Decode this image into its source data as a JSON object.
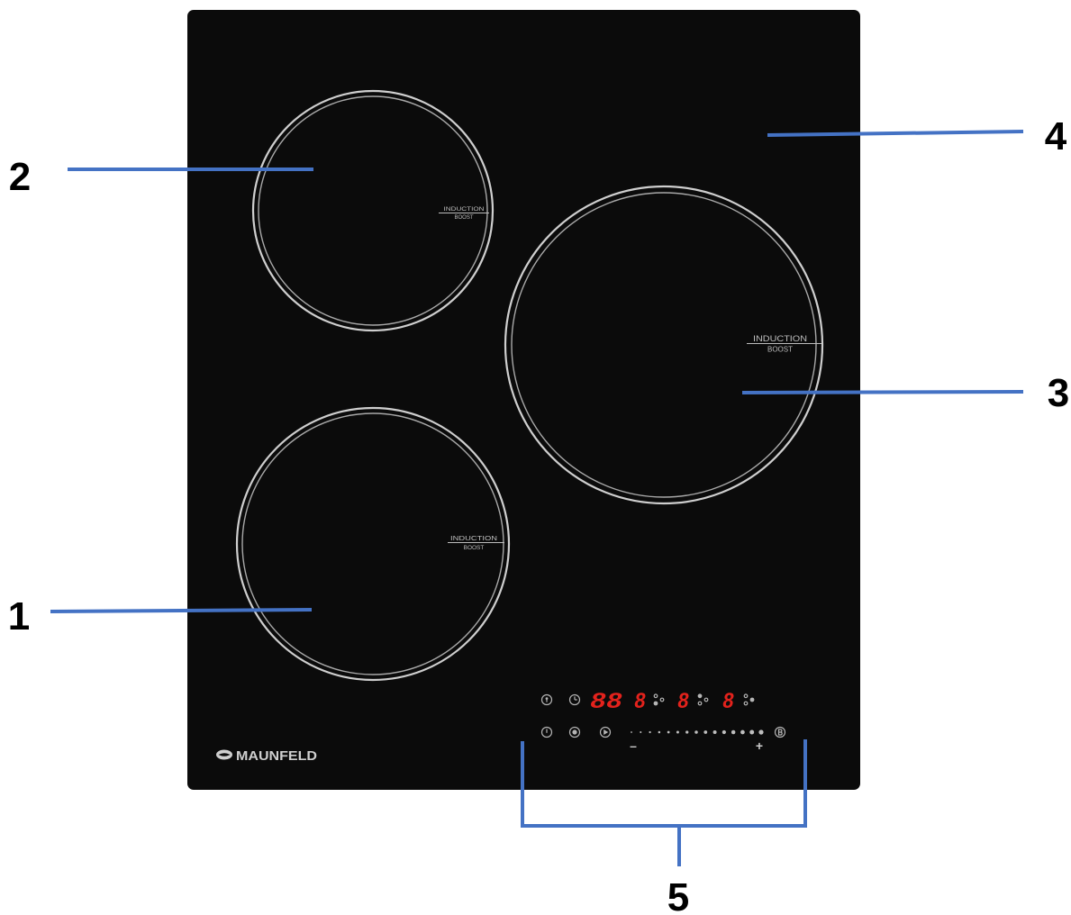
{
  "callouts": {
    "zone_bottom_left": "1",
    "zone_top_left": "2",
    "zone_right": "3",
    "glass_surface": "4",
    "control_panel": "5"
  },
  "burners": {
    "top_left": {
      "label_top": "INDUCTION",
      "label_bottom": "BOOST"
    },
    "right": {
      "label_top": "INDUCTION",
      "label_bottom": "BOOST"
    },
    "bottom_left": {
      "label_top": "INDUCTION",
      "label_bottom": "BOOST"
    }
  },
  "control_panel": {
    "display": {
      "timer": "88",
      "zone_a": "8",
      "zone_b": "8",
      "zone_c": "8"
    },
    "slider": {
      "minus": "–",
      "plus": "+"
    },
    "icons": [
      "lock-icon",
      "timer-icon",
      "power-icon",
      "keep-warm-icon",
      "pause-icon",
      "boost-icon"
    ]
  },
  "brand": {
    "name": "MAUNFELD",
    "logo_icon": "maunfeld-logo-icon"
  },
  "colors": {
    "cooktop": "#0b0b0b",
    "ring": "#cfcfcf",
    "callout_line": "#4472c4",
    "display_digits": "#e3221c"
  }
}
